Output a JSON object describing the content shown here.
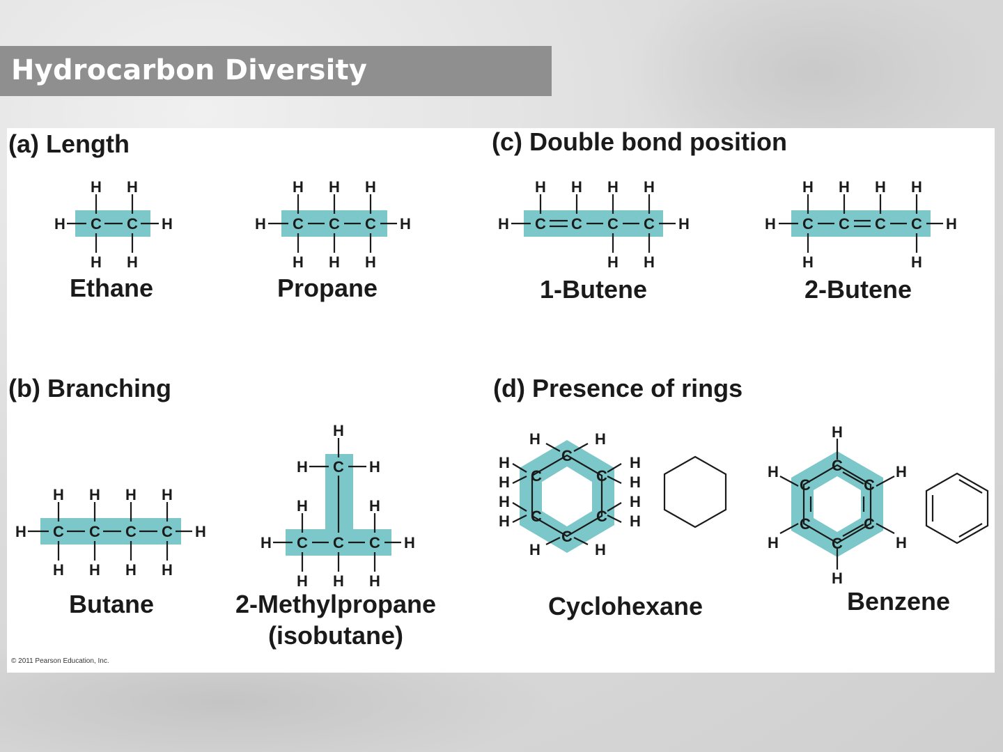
{
  "slide_title": "Hydrocarbon Diversity",
  "sections": {
    "a": "(a) Length",
    "b": "(b) Branching",
    "c": "(c) Double bond position",
    "d": "(d) Presence of rings"
  },
  "molecules": {
    "ethane": "Ethane",
    "propane": "Propane",
    "butene1": "1-Butene",
    "butene2": "2-Butene",
    "butane": "Butane",
    "methylpropane": "2-Methylpropane",
    "isobutane": "(isobutane)",
    "cyclohexane": "Cyclohexane",
    "benzene": "Benzene"
  },
  "atoms": {
    "carbon": "C",
    "hydrogen": "H"
  },
  "copyright": "© 2011 Pearson Education, Inc.",
  "colors": {
    "highlight": "#7cc7c9",
    "title_bar": "#8f8f8f"
  }
}
